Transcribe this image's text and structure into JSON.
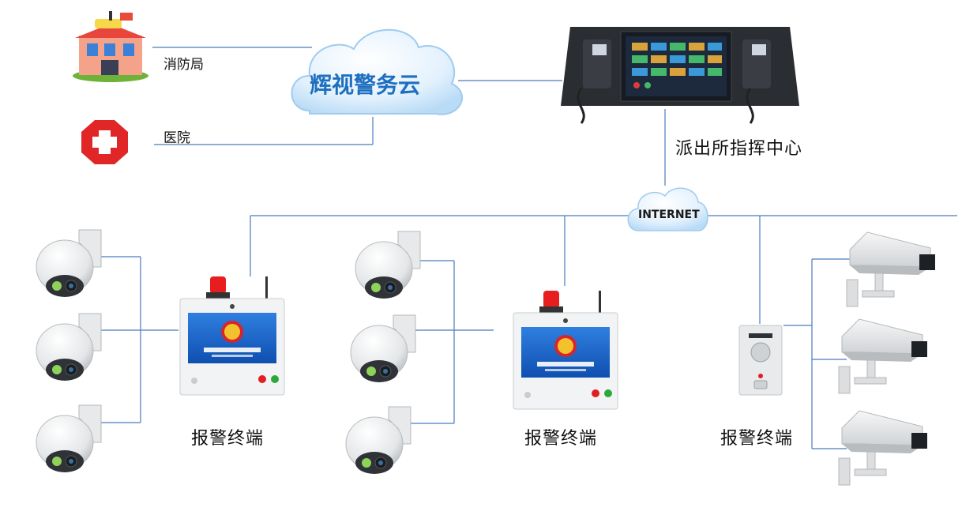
{
  "nodes": {
    "fire_station": "消防局",
    "hospital": "医院",
    "police_cloud": "辉视警务云",
    "command_center": "派出所指挥中心",
    "internet": "INTERNET",
    "terminals": [
      "报警终端",
      "报警终端",
      "报警终端"
    ]
  },
  "colors": {
    "line": "#4a7ac0",
    "cloud_text": "#1e6fc0",
    "screen_blue": "#1f64c8",
    "alarm_red": "#e81e1e"
  },
  "icons": [
    "fire-station-icon",
    "hospital-icon",
    "police-cloud-icon",
    "command-console-icon",
    "internet-cloud-icon",
    "dome-camera-icon",
    "alarm-terminal-icon",
    "intercom-panel-icon",
    "box-camera-icon"
  ]
}
